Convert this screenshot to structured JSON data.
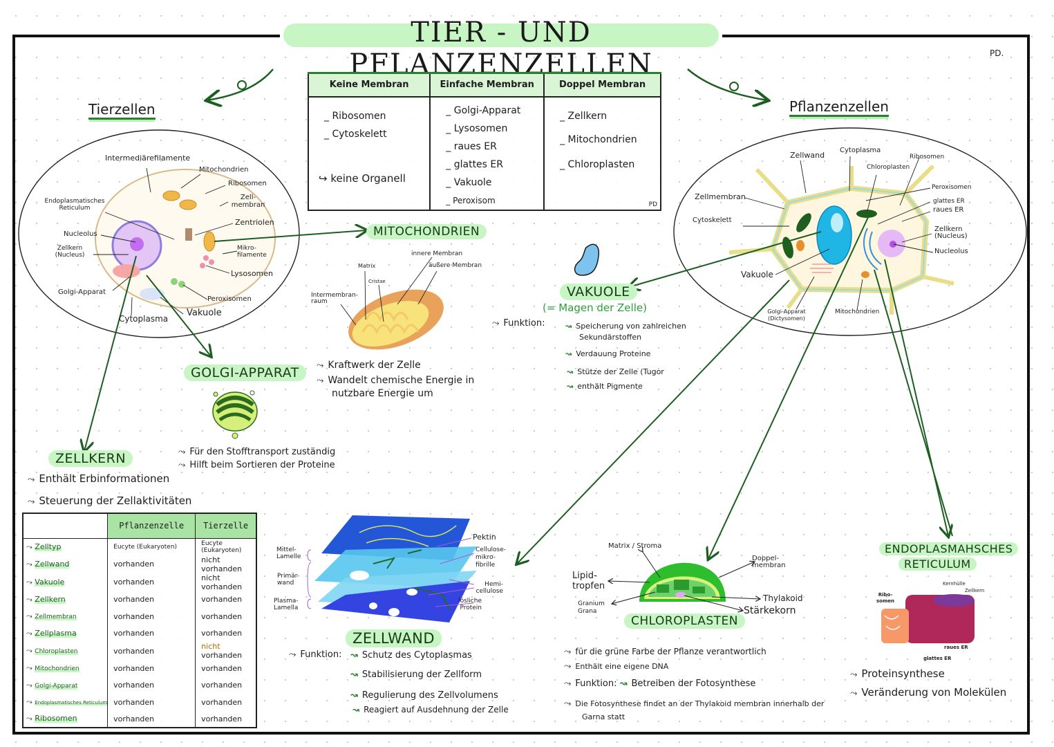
{
  "title": "TIER - UND PFLANZENZELLEN",
  "signature": "PD.",
  "membrane_table": {
    "headers": [
      "Keine Membran",
      "Einfache Membran",
      "Doppel Membran"
    ],
    "columns": [
      [
        "Ribosomen",
        "Cytoskelett"
      ],
      [
        "Golgi-Apparat",
        "Lysosomen",
        "raues ER",
        "glattes ER",
        "Vakuole",
        "Peroxisom"
      ],
      [
        "Zellkern",
        "Mitochondrien",
        "Chloroplasten"
      ]
    ],
    "note": "keine Organell",
    "signature": "PD"
  },
  "animal_cell": {
    "title": "Tierzellen",
    "labels": [
      "Intermediärefilamente",
      "Mitochondrien",
      "Ribosomen",
      "Zell-membran",
      "Endoplasmatisches Reticulum",
      "Zentriolen",
      "Nucleolus",
      "Zellkern (Nucleus)",
      "Mikro-filamente",
      "Lysosomen",
      "Golgi-Apparat",
      "Peroxisomen",
      "Vakuole",
      "Cytoplasma"
    ]
  },
  "plant_cell": {
    "title": "Pflanzenzellen",
    "labels": [
      "Zellwand",
      "Cytoplasma",
      "Chloroplasten",
      "Ribosomen",
      "Zellmembran",
      "Peroxisomen",
      "glattes ER",
      "raues ER",
      "Cytoskelett",
      "Zellkern (Nucleus)",
      "Nucleolus",
      "Vakuole",
      "Golgi-Apparat (Dictysomen)",
      "Mitochondrien"
    ]
  },
  "mitochondrien": {
    "title": "MITOCHONDRIEN",
    "labels": [
      "innere Membran",
      "äußere Membran",
      "Matrix",
      "Cristae",
      "Intermembran-raum"
    ],
    "points": [
      "Kraftwerk der Zelle",
      "Wandelt chemische Energie in nutzbare Energie um"
    ]
  },
  "vakuole": {
    "title": "VAKUOLE",
    "subtitle": "(= Magen der Zelle)",
    "function_label": "Funktion:",
    "functions": [
      "Speicherung von zahlreichen Sekundärstoffen",
      "Verdauung Proteine",
      "Stütze der Zelle (Tugor",
      "enthält Pigmente"
    ]
  },
  "golgi": {
    "title": "GOLGI-APPARAT",
    "points": [
      "Für den Stofftransport zuständig",
      "Hilft beim Sortieren der Proteine"
    ]
  },
  "zellkern": {
    "title": "ZELLKERN",
    "points": [
      "Enthält Erbinformationen",
      "Steuerung der Zellaktivitäten"
    ]
  },
  "comparison_table": {
    "headers": [
      "",
      "Pflanzenzelle",
      "Tierzelle"
    ],
    "rows": [
      {
        "label": "Zelltyp",
        "plant": "Eucyte (Eukaryoten)",
        "animal": "Eucyte (Eukaryoten)"
      },
      {
        "label": "Zellwand",
        "plant": "vorhanden",
        "animal": "nicht vorhanden"
      },
      {
        "label": "Vakuole",
        "plant": "vorhanden",
        "animal": "nicht vorhanden"
      },
      {
        "label": "Zellkern",
        "plant": "vorhanden",
        "animal": "vorhanden"
      },
      {
        "label": "Zellmembran",
        "plant": "vorhanden",
        "animal": "vorhanden"
      },
      {
        "label": "Zellplasma",
        "plant": "vorhanden",
        "animal": "vorhanden"
      },
      {
        "label": "Chloroplasten",
        "plant": "vorhanden",
        "animal": "nicht vorhanden"
      },
      {
        "label": "Mitochondrien",
        "plant": "vorhanden",
        "animal": "vorhanden"
      },
      {
        "label": "Golgi-Apparat",
        "plant": "vorhanden",
        "animal": "vorhanden"
      },
      {
        "label": "Endoplasmatisches Reticulum",
        "plant": "vorhanden",
        "animal": "vorhanden"
      },
      {
        "label": "Ribosomen",
        "plant": "vorhanden",
        "animal": "vorhanden"
      }
    ]
  },
  "zellwand": {
    "title": "ZELLWAND",
    "labels": [
      "Mittel-Lamelle",
      "Primär-wand",
      "Plasma-Lamella",
      "Pektin",
      "Cellulose-mikro-fibrille",
      "Hemi-cellulose",
      "lösliche Protein"
    ],
    "function_label": "Funktion:",
    "functions": [
      "Schutz des Cytoplasmas",
      "Stabilisierung der Zellform",
      "Regulierung des Zellvolumens",
      "Reagiert auf Ausdehnung der Zelle"
    ]
  },
  "chloroplasten": {
    "title": "CHLOROPLASTEN",
    "labels": [
      "Matrix / Stroma",
      "Doppel-membran",
      "Lipid-tropfen",
      "Thylakoid",
      "Granium Grana",
      "Stärkekorn"
    ],
    "points": [
      "für die grüne Farbe der Pflanze verantwortlich",
      "Enthält eine eigene DNA"
    ],
    "function_label": "Funktion:",
    "function": "Betreiben der Fotosynthese",
    "note": "Die Fotosynthese findet an der Thylakoid membran innerhalb der Garna statt"
  },
  "er": {
    "title_line1": "ENDOPLASMAHSCHES",
    "title_line2": "RETICULUM",
    "labels": [
      "Kernhülle",
      "Zellkern",
      "Ribo-somen",
      "raues ER",
      "glattes ER"
    ],
    "points": [
      "Proteinsynthese",
      "Veränderung von Molekülen"
    ]
  },
  "colors": {
    "highlight": "#c7f5c3",
    "arrow": "#1b5e20",
    "frame": "#111111"
  }
}
